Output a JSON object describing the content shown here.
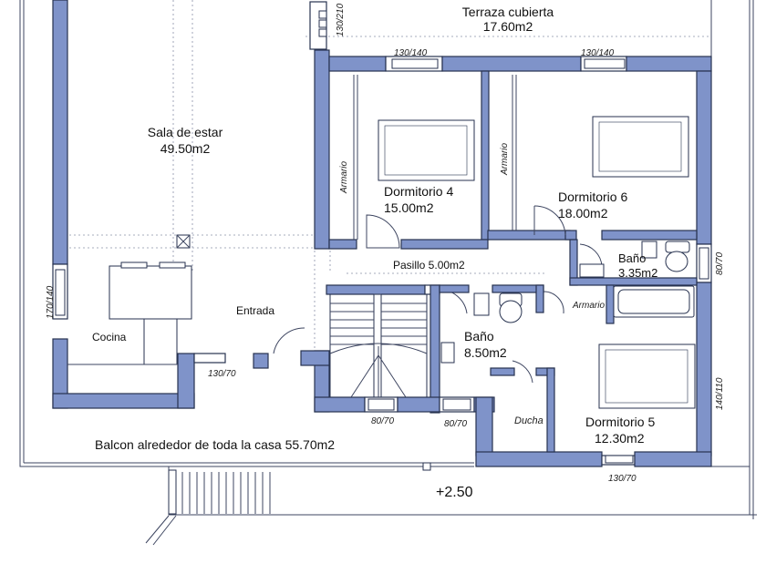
{
  "rooms": {
    "sala": {
      "name": "Sala de estar",
      "area": "49.50m2"
    },
    "terraza": {
      "name": "Terraza cubierta",
      "area": "17.60m2"
    },
    "dormitorio4": {
      "name": "Dormitorio 4",
      "area": "15.00m2"
    },
    "dormitorio6": {
      "name": "Dormitorio 6",
      "area": "18.00m2"
    },
    "bano_small": {
      "name": "Baño",
      "area": "3.35m2"
    },
    "pasillo": {
      "name": "Pasillo 5.00m2"
    },
    "entrada": {
      "name": "Entrada"
    },
    "cocina": {
      "name": "Cocina"
    },
    "bano_main": {
      "name": "Baño",
      "area": "8.50m2"
    },
    "ducha": {
      "name": "Ducha"
    },
    "dormitorio5": {
      "name": "Dormitorio 5",
      "area": "12.30m2"
    },
    "balcon": {
      "name": "Balcon alrededor de toda la casa 55.70m2"
    }
  },
  "labels": {
    "armario_1": "Armario",
    "armario_2": "Armario",
    "armario_3": "Armario",
    "level": "+2.50"
  },
  "dimensions": {
    "d_130_210": "130/210",
    "d_130_140_a": "130/140",
    "d_130_140_b": "130/140",
    "d_80_70_right": "80/70",
    "d_170_140": "170/140",
    "d_130_70_left": "130/70",
    "d_80_70_a": "80/70",
    "d_80_70_b": "80/70",
    "d_140_110": "140/110",
    "d_130_70_bottom": "130/70"
  },
  "colors": {
    "wall": "#7f93c9",
    "outline": "#27324f"
  }
}
